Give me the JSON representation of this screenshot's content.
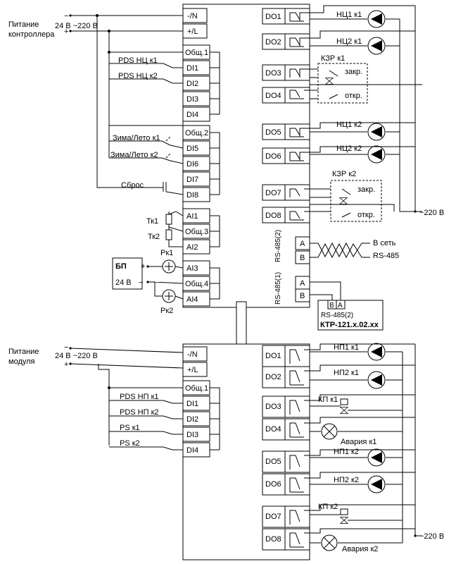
{
  "power": {
    "controller_label_1": "Питание",
    "controller_label_2": "контроллера",
    "module_label_1": "Питание",
    "module_label_2": "модуля",
    "supply": "24 В ~220 В",
    "out_supply_top": "~220 В",
    "out_supply_bottom": "~220 В"
  },
  "controller": {
    "power_terminals": [
      "-/N",
      "+/L"
    ],
    "di_group1": [
      "Общ.1",
      "DI1",
      "DI2",
      "DI3",
      "DI4"
    ],
    "di_group2": [
      "Общ.2",
      "DI5",
      "DI6",
      "DI7",
      "DI8"
    ],
    "ai_group1": [
      "AI1",
      "Общ.3",
      "AI2"
    ],
    "ai_group2": [
      "AI3",
      "Общ.4",
      "AI4"
    ],
    "do": [
      "DO1",
      "DO2",
      "DO3",
      "DO4",
      "DO5",
      "DO6",
      "DO7",
      "DO8"
    ],
    "rs485_2_label": "RS-485(2)",
    "rs485_1_label": "RS-485(1)",
    "ab": [
      "A",
      "B",
      "A",
      "B"
    ]
  },
  "controller_inputs": {
    "pds1": "PDS НЦ к1",
    "pds2": "PDS НЦ к2",
    "season1": "Зима/Лето к1",
    "season2": "Зима/Лето к2",
    "reset": "Сброс",
    "t1": "Тк1",
    "t2": "Тк2",
    "psu": "БП",
    "psu_voltage": "24 В",
    "p1": "Рк1",
    "p2": "Рк2"
  },
  "controller_outputs": {
    "pump1_c1": "НЦ1 к1",
    "pump2_c1": "НЦ2 к1",
    "valve_c1": "КЗР к1",
    "valve_c2": "КЗР к2",
    "close": "закр.",
    "open": "откр.",
    "pump1_c2": "НЦ1 к2",
    "pump2_c2": "НЦ2 к2",
    "network_1": "В сеть",
    "network_2": "RS-485"
  },
  "device": {
    "terminals": [
      "B",
      "A"
    ],
    "port": "RS-485(2)",
    "model": "КТР-121.х.02.хх"
  },
  "module": {
    "power_terminals": [
      "-/N",
      "+/L"
    ],
    "di": [
      "Общ.1",
      "DI1",
      "DI2",
      "DI3",
      "DI4"
    ],
    "do": [
      "DO1",
      "DO2",
      "DO3",
      "DO4",
      "DO5",
      "DO6",
      "DO7",
      "DO8"
    ]
  },
  "module_inputs": {
    "pds1": "PDS НП к1",
    "pds2": "PDS НП к2",
    "ps1": "PS к1",
    "ps2": "PS к2"
  },
  "module_outputs": {
    "np1_c1": "НП1 к1",
    "np2_c1": "НП2 к1",
    "kp1": "КП к1",
    "alarm1": "Авария к1",
    "np1_c2": "НП1 к2",
    "np2_c2": "НП2 к2",
    "kp2": "КП к2",
    "alarm2": "Авария к2"
  }
}
